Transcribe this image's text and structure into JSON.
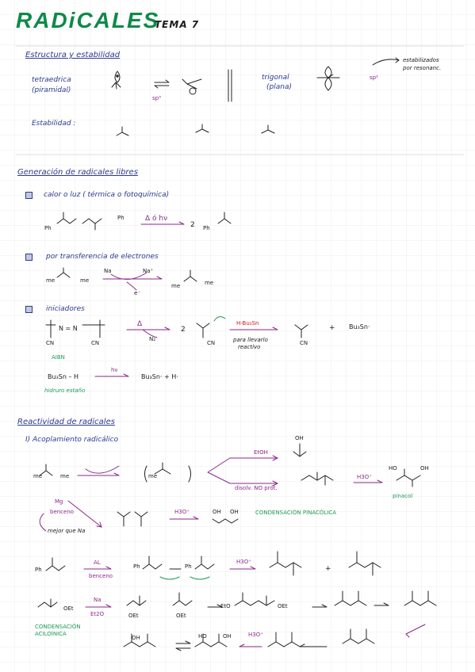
{
  "title": "RADiCALES",
  "tema": "TEMA 7",
  "sections": {
    "estructura": {
      "heading": "Estructura y estabilidad",
      "tetraedrica": "tetraedrica",
      "piramidal": "(piramidal)",
      "sp3": "sp³",
      "trigonal": "trigonal",
      "plana": "(plana)",
      "sp2": "sp²",
      "estabilizados": "estabilizados",
      "por_resonancia": "por resonanc.",
      "estabilidad": "Estabilidad :"
    },
    "generacion": {
      "heading": "Generación de radicales libres",
      "calor": "calor o luz ( térmica o fotoquímica)",
      "delta_hv": "Δ ó hν",
      "two": "2",
      "transferencia": "por transferencia de electrones",
      "na": "Na",
      "na_plus": "Na⁺",
      "e_minus": "e⁻",
      "iniciadores": "iniciadores",
      "nn": "N = N",
      "n2": "N₂",
      "delta": "Δ",
      "h_bu3sn": "H-Bu₃Sn",
      "para_llevarlo": "para llevarlo",
      "reactivo": "reactivo",
      "plus": "+",
      "bu3sn_rad": "Bu₃Sn·",
      "aibn": "AIBN",
      "bu3sn_h": "Bu₃Sn – H",
      "hv": "hν",
      "bu3sn_h_rad": "Bu₃Sn· + H·",
      "hidruro": "hidruro estaño"
    },
    "reactividad": {
      "heading": "Reactividad de radicales",
      "acoplamiento": "I) Acoplamiento radicálico",
      "etoh": "EtOH",
      "disolv": "disolv. NO prót.",
      "h3o": "H3O⁺",
      "pinacol": "pinacol",
      "mg": "Mg",
      "benceno": "benceno",
      "mejor_que_na": "mejor que Na",
      "condensacion_pinacolica": "CONDENSACIÓN PINACÓLICA",
      "al": "AL",
      "benceno2": "benceno",
      "h3o_plus": "H3O⁺",
      "eter": "Et2O",
      "condensacion_aciloinica": "CONDENSACIÓN ACILOÍNICA",
      "ph": "Ph",
      "me": "me",
      "cn": "CN",
      "oet": "OEt",
      "et_o": "EtO",
      "oh": "OH",
      "ho": "HO"
    }
  },
  "colors": {
    "green": "#1b9a55",
    "purple": "#8a2a8a",
    "blue": "#2c3a8f",
    "red": "#c01c1c"
  }
}
